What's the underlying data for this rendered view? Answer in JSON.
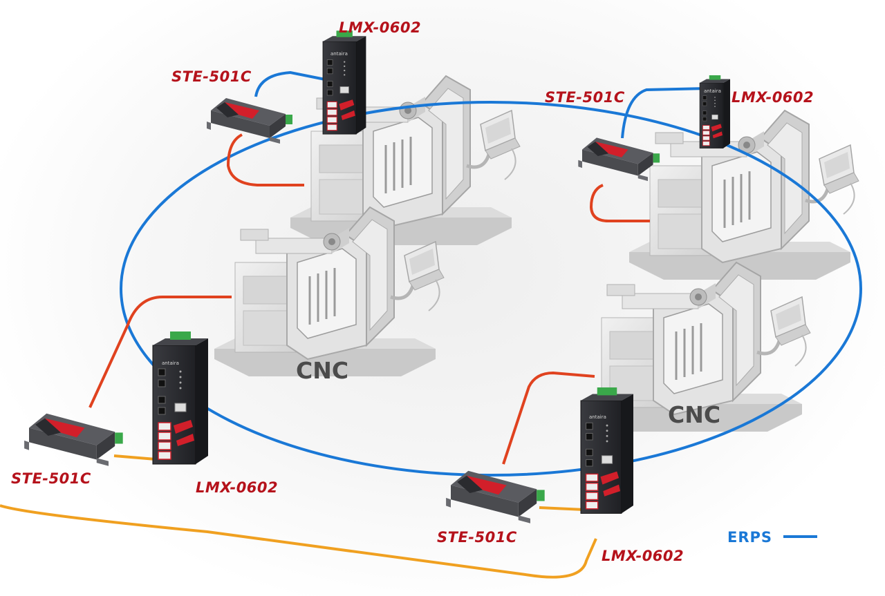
{
  "machines": [
    {
      "id": "cnc-1",
      "marking": ""
    },
    {
      "id": "cnc-2",
      "marking": ""
    },
    {
      "id": "cnc-3",
      "marking": "CNC"
    },
    {
      "id": "cnc-4",
      "marking": "CNC"
    }
  ],
  "devices": [
    {
      "id": "lmx-top",
      "label": "LMX-0602",
      "brand": "antaira"
    },
    {
      "id": "ste-top",
      "label": "STE-501C"
    },
    {
      "id": "ste-topright",
      "label": "STE-501C"
    },
    {
      "id": "lmx-topright",
      "label": "LMX-0602",
      "brand": "antaira"
    },
    {
      "id": "lmx-left",
      "label": "LMX-0602",
      "brand": "antaira"
    },
    {
      "id": "ste-left",
      "label": "STE-501C"
    },
    {
      "id": "ste-bottom",
      "label": "STE-501C"
    },
    {
      "id": "lmx-bottom",
      "label": "LMX-0602",
      "brand": "antaira"
    }
  ],
  "legend": {
    "label": "ERPS",
    "color": "#1a78d6"
  },
  "colors": {
    "erps": "#1a78d6",
    "serial": "#e0421f",
    "ethernet": "#f0a020",
    "device_accent": "#d21f2a",
    "switch_body": "#26272b"
  }
}
